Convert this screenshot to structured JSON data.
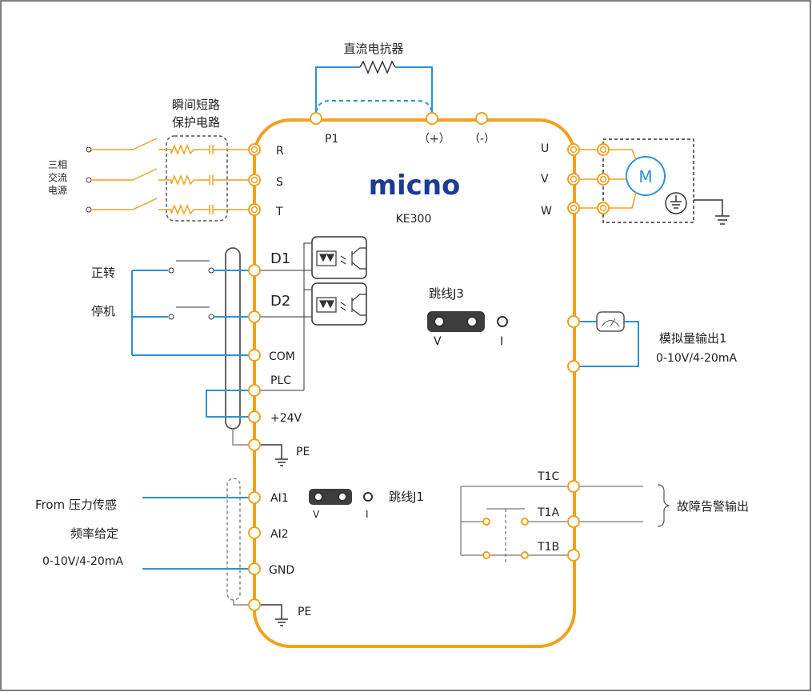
{
  "colors": {
    "body": "#F0A11E",
    "blue": "#2A93D5",
    "wire": "#333333",
    "gray": "#888888",
    "logo": "#1F3A93"
  },
  "brand": {
    "logo": "micno",
    "model": "KE300"
  },
  "top": {
    "dc_reactor": "直流电抗器",
    "p1": "P1",
    "plus": "（+）",
    "minus": "（-）"
  },
  "input": {
    "protect_line1": "瞬间短路",
    "protect_line2": "保护电路",
    "source_line1": "三相",
    "source_line2": "交流",
    "source_line3": "电源",
    "R": "R",
    "S": "S",
    "T": "T"
  },
  "output": {
    "U": "U",
    "V": "V",
    "W": "W",
    "motor": "M"
  },
  "digital": {
    "forward": "正转",
    "stop": "停机",
    "D1": "D1",
    "D2": "D2",
    "COM": "COM",
    "PLC": "PLC",
    "V24": "+24V",
    "PE": "PE"
  },
  "jumper_j3": {
    "title": "跳线J3",
    "v": "V",
    "i": "I"
  },
  "jumper_j1": {
    "title": "跳线J1",
    "v": "V",
    "i": "I"
  },
  "analog_in": {
    "line1": "From 压力传感",
    "line2": "频率给定",
    "line3": "0-10V/4-20mA",
    "AI1": "AI1",
    "AI2": "AI2",
    "GND": "GND",
    "PE": "PE"
  },
  "analog_out": {
    "line1": "模拟量输出1",
    "line2": "0-10V/4-20mA"
  },
  "relay": {
    "T1C": "T1C",
    "T1A": "T1A",
    "T1B": "T1B",
    "label": "故障告警输出"
  }
}
